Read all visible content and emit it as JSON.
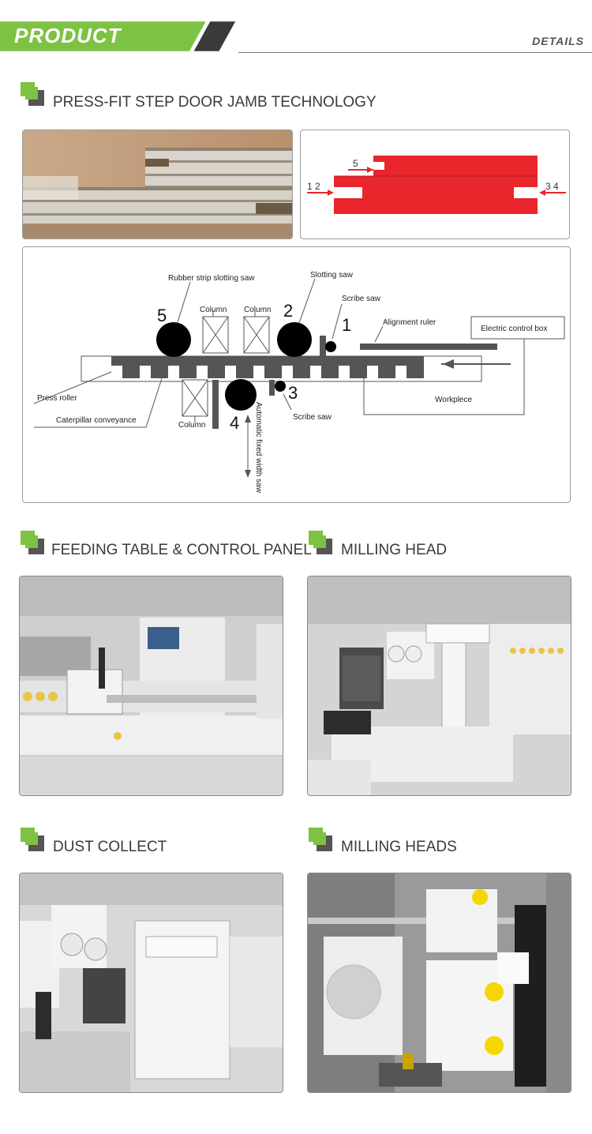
{
  "header": {
    "banner_title": "PRODUCT",
    "details_label": "DETAILS",
    "accent_color": "#7dc242",
    "dark_color": "#3a3a3a"
  },
  "sections": {
    "press_fit": {
      "title": "PRESS-FIT STEP DOOR JAMB TECHNOLOGY"
    },
    "feeding_table": {
      "title": "FEEDING TABLE & CONTROL PANEL"
    },
    "milling_head": {
      "title": "MILLING HEAD"
    },
    "dust_collect": {
      "title": "DUST COLLECT"
    },
    "milling_heads": {
      "title": "MILLING HEADS"
    }
  },
  "profile_diagram": {
    "label_top": "5",
    "label_left": "1 2",
    "label_right": "3 4",
    "fill_color": "#e8262b"
  },
  "layout_diagram": {
    "labels": {
      "rubber_strip": "Rubber strip slotting saw",
      "slotting_saw": "Slotting saw",
      "scribe_saw_top": "Scribe saw",
      "alignment_ruler": "Alignment ruler",
      "electric_box": "Electric control box",
      "column_1": "Column",
      "column_2": "Column",
      "column_3": "Column",
      "press_roller": "Press roller",
      "caterpillar": "Caterpillar conveyance",
      "workpiece": "Workplece",
      "scribe_saw_bottom": "Scribe saw",
      "auto_saw": "Automatic fixed width saw"
    },
    "numbers": {
      "n1": "1",
      "n2": "2",
      "n3": "3",
      "n4": "4",
      "n5": "5"
    }
  }
}
